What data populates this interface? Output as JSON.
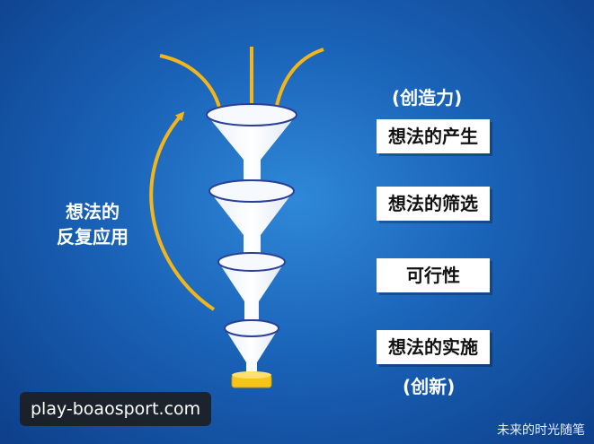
{
  "diagram": {
    "stage_labels": {
      "input_label": "(创造力)",
      "output_label": "(创新)"
    },
    "steps": [
      {
        "label": "想法的产生"
      },
      {
        "label": "想法的筛选"
      },
      {
        "label": "可行性"
      },
      {
        "label": "想法的实施"
      }
    ],
    "loop_label": {
      "line1": "想法的",
      "line2": "反复应用"
    },
    "colors": {
      "arrow": "#f2b51a",
      "funnel_rim": "#2b3f9a",
      "output_block": "#f5c518",
      "background_center": "#2f88d8",
      "background_edge": "#0d3f8a"
    }
  },
  "watermark": {
    "site": "play-boaosport.com",
    "corner_mark": "未来的时光随笔"
  }
}
